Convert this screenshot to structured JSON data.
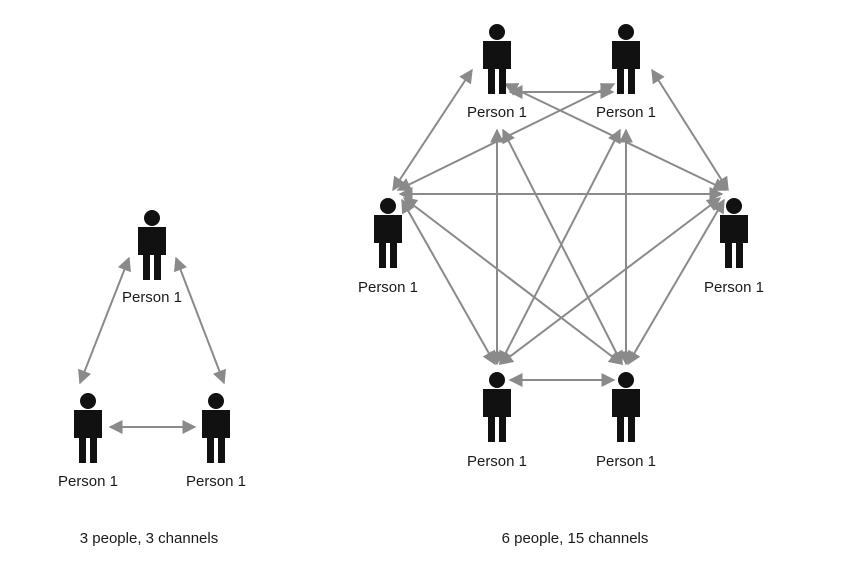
{
  "colors": {
    "background": "#ffffff",
    "figure": "#111111",
    "channel": "#8a8a8a",
    "text": "#1a1a1a"
  },
  "icons": {
    "person": "person-icon",
    "channel": "bidirectional-arrow"
  },
  "diagrams": [
    {
      "id": "small",
      "caption": "3 people, 3 channels",
      "people": [
        {
          "label": "Person 1"
        },
        {
          "label": "Person 1"
        },
        {
          "label": "Person 1"
        }
      ],
      "channels": [
        [
          0,
          1
        ],
        [
          0,
          2
        ],
        [
          1,
          2
        ]
      ]
    },
    {
      "id": "large",
      "caption": "6 people, 15 channels",
      "people": [
        {
          "label": "Person 1"
        },
        {
          "label": "Person 1"
        },
        {
          "label": "Person 1"
        },
        {
          "label": "Person 1"
        },
        {
          "label": "Person 1"
        },
        {
          "label": "Person 1"
        }
      ],
      "channels": [
        [
          0,
          1
        ],
        [
          0,
          2
        ],
        [
          0,
          3
        ],
        [
          0,
          4
        ],
        [
          0,
          5
        ],
        [
          1,
          2
        ],
        [
          1,
          3
        ],
        [
          1,
          4
        ],
        [
          1,
          5
        ],
        [
          2,
          3
        ],
        [
          2,
          4
        ],
        [
          2,
          5
        ],
        [
          3,
          4
        ],
        [
          3,
          5
        ],
        [
          4,
          5
        ]
      ]
    }
  ]
}
